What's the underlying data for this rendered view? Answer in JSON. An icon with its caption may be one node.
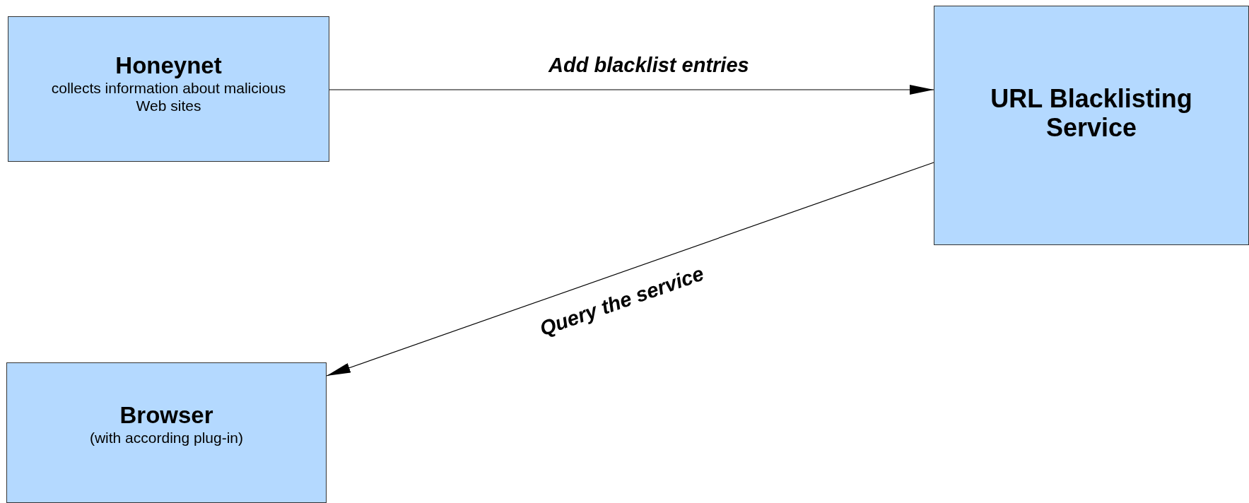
{
  "diagram": {
    "nodes": [
      {
        "text": [
          "Honeynet",
          "collects information about malicious Web sites"
        ]
      },
      {
        "text": [
          "URL Blacklisting Service"
        ]
      },
      {
        "text": [
          "Browser",
          "(with according plug-in)"
        ]
      }
    ],
    "edges": [
      {
        "from": 0,
        "to": 1,
        "arrow": "to",
        "label": "Add blacklist entries"
      },
      {
        "from": 1,
        "to": 2,
        "arrow": "to",
        "label": "Query the service"
      }
    ]
  }
}
